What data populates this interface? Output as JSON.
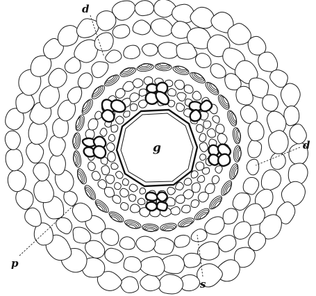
{
  "figure": {
    "labels": {
      "d_top": "d",
      "d_right": "d",
      "g": "g",
      "p": "p",
      "s": "s"
    },
    "colors": {
      "ink": "#111111",
      "paper": "#ffffff"
    }
  }
}
